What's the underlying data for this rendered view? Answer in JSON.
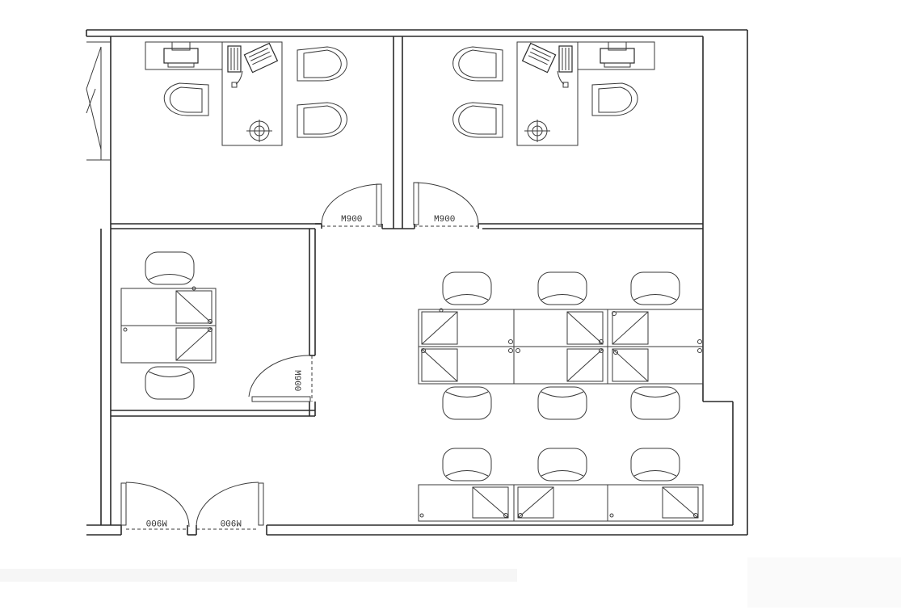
{
  "doors": {
    "label_office_left": "M900",
    "label_office_right": "M900",
    "label_meeting": "M900",
    "label_entry_left": "M900",
    "label_entry_right": "M900"
  },
  "colors": {
    "line": "#2a2a2a",
    "background": "#ffffff"
  }
}
